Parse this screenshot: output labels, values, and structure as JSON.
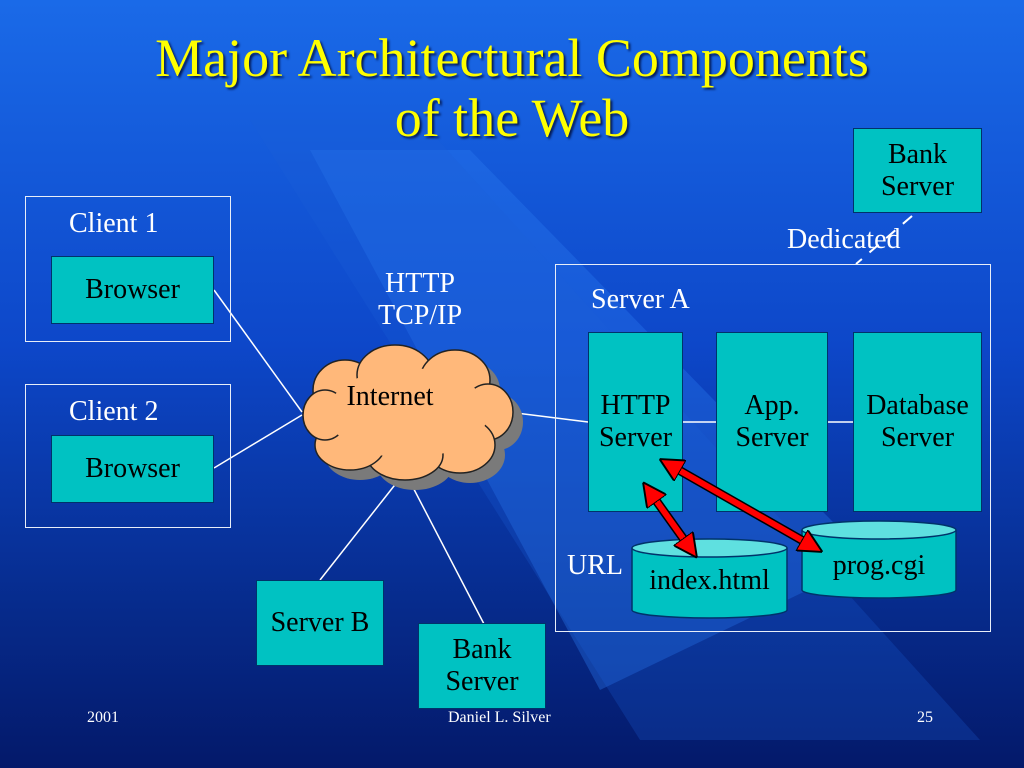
{
  "title": {
    "line1": "Major Architectural Components",
    "line2": "of the Web"
  },
  "clients": [
    {
      "label": "Client 1",
      "browser": "Browser"
    },
    {
      "label": "Client 2",
      "browser": "Browser"
    }
  ],
  "protocol": {
    "line1": "HTTP",
    "line2": "TCP/IP"
  },
  "internet": "Internet",
  "server_b": "Server B",
  "bank_server_bottom": {
    "line1": "Bank",
    "line2": "Server"
  },
  "bank_server_top": {
    "line1": "Bank",
    "line2": "Server"
  },
  "dedicated": "Dedicated",
  "server_a": {
    "label": "Server A",
    "http_server": {
      "line1": "HTTP",
      "line2": "Server"
    },
    "app_server": {
      "line1": "App.",
      "line2": "Server"
    },
    "database_server": {
      "line1": "Database",
      "line2": "Server"
    },
    "url": "URL",
    "index_file": "index.html",
    "cgi_file": "prog.cgi"
  },
  "footer": {
    "year": "2001",
    "author": "Daniel L. Silver",
    "page": "25"
  },
  "colors": {
    "title": "#ffff00",
    "box_fill": "#00c2c2",
    "cloud_fill": "#ffb87a",
    "arrow": "#ff0000",
    "lines": "#ffffff"
  }
}
